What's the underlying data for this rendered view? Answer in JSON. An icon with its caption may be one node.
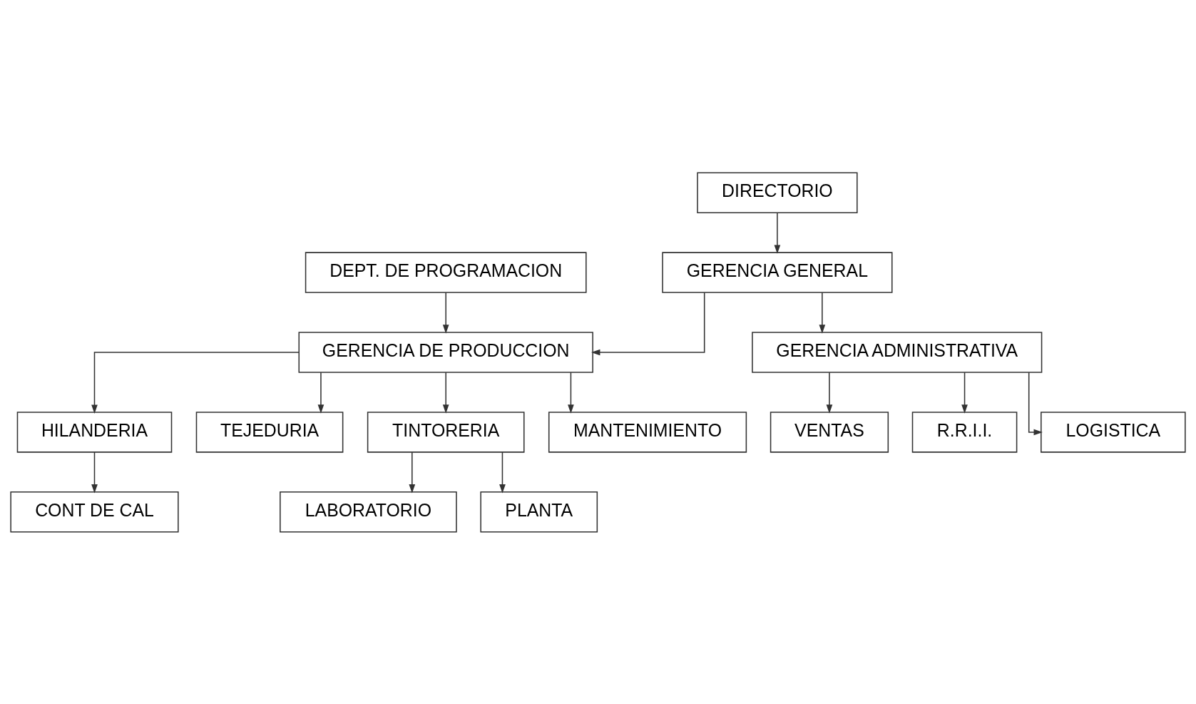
{
  "diagram": {
    "nodes": [
      {
        "text": [
          "DIRECTORIO"
        ]
      },
      {
        "text": [
          "GERENCIA GENERAL"
        ]
      },
      {
        "text": [
          "GERENCIA DE PRODUCCION"
        ]
      },
      {
        "text": [
          "GERENCIA ADMINISTRATIVA"
        ]
      },
      {
        "text": [
          "DEPT. DE PROGRAMACION"
        ]
      },
      {
        "text": [
          "HILANDERIA"
        ]
      },
      {
        "text": [
          "TEJEDURIA"
        ]
      },
      {
        "text": [
          "TINTORERIA"
        ]
      },
      {
        "text": [
          "MANTENIMIENTO"
        ]
      },
      {
        "text": [
          "CONT DE CAL"
        ]
      },
      {
        "text": [
          "LABORATORIO"
        ]
      },
      {
        "text": [
          "PLANTA"
        ]
      },
      {
        "text": [
          "VENTAS"
        ]
      },
      {
        "text": [
          "R.R.I.I."
        ]
      },
      {
        "text": [
          "LOGISTICA"
        ]
      }
    ],
    "edges": [
      {
        "from": 0,
        "to": 1,
        "arrow": "to"
      },
      {
        "from": 1,
        "to": 2,
        "arrow": "to"
      },
      {
        "from": 1,
        "to": 3,
        "arrow": "to"
      },
      {
        "from": 4,
        "to": 2,
        "arrow": "to"
      },
      {
        "from": 2,
        "to": 5,
        "arrow": "to"
      },
      {
        "from": 2,
        "to": 6,
        "arrow": "to"
      },
      {
        "from": 2,
        "to": 7,
        "arrow": "to"
      },
      {
        "from": 2,
        "to": 8,
        "arrow": "to"
      },
      {
        "from": 5,
        "to": 9,
        "arrow": "to"
      },
      {
        "from": 7,
        "to": 10,
        "arrow": "to"
      },
      {
        "from": 7,
        "to": 11,
        "arrow": "to"
      },
      {
        "from": 3,
        "to": 12,
        "arrow": "to"
      },
      {
        "from": 3,
        "to": 13,
        "arrow": "to"
      },
      {
        "from": 3,
        "to": 14,
        "arrow": "to"
      }
    ]
  }
}
